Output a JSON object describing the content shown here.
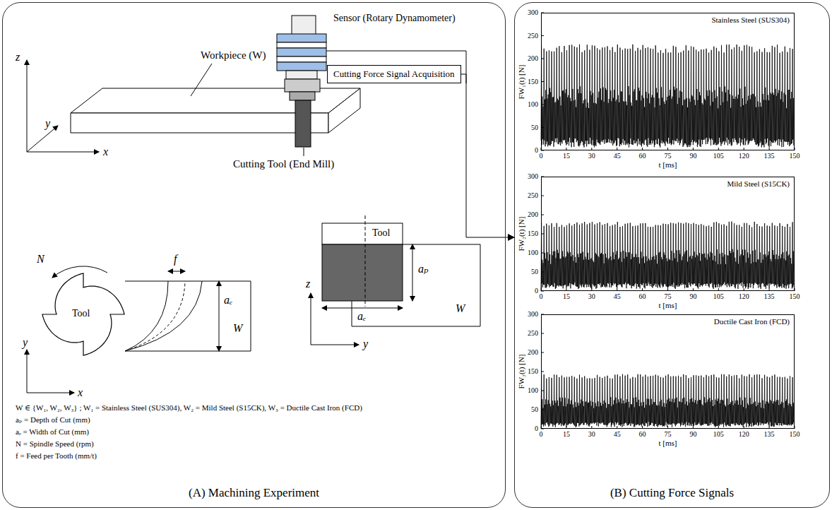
{
  "diagram": {
    "nodes": [
      {
        "text": [
          "(A) Machining Experiment"
        ]
      },
      {
        "text": [
          "(B) Cutting Force Signals"
        ]
      },
      {
        "text": [
          "Cutting Force Signal Acquisition"
        ],
        "in": 0
      },
      {
        "text": [
          "Stainless Steel (SUS304)"
        ],
        "in": 1
      },
      {
        "text": [
          "Mild Steel (S15CK)"
        ],
        "in": 1
      },
      {
        "text": [
          "Ductile Cast Iron (FCD)"
        ],
        "in": 1
      }
    ],
    "edges": [
      {
        "from": 2,
        "to": 1,
        "arrow": "to"
      }
    ],
    "labels": [
      "z",
      "y",
      "x",
      "Workpiece (W)",
      "Sensor (Rotary Dynamometer)",
      "Cutting Tool (End Mill)",
      "N",
      "f",
      "Tool",
      "aₑ",
      "W",
      "y",
      "x",
      "Tool",
      "aₚ",
      "aₑ",
      "W",
      "z",
      "y",
      "W ∈ {W₁, W₂, W₃} ; W₁ = Stainless Steel (SUS304), W₂ = Mild Steel (S15CK), W₃ = Ductile Cast Iron (FCD)",
      "aₚ = Depth of Cut (mm)",
      "aₑ = Width of Cut (mm)",
      "N = Spindle Speed (rpm)",
      "f = Feed per Tooth (mm/t)",
      "0",
      "50",
      "100",
      "150",
      "200",
      "250",
      "300",
      "0",
      "15",
      "30",
      "45",
      "60",
      "75",
      "90",
      "105",
      "120",
      "135",
      "150",
      "FW₁(t) [N]",
      "t [ms]",
      "0",
      "50",
      "100",
      "150",
      "200",
      "250",
      "300",
      "0",
      "15",
      "30",
      "45",
      "60",
      "75",
      "90",
      "105",
      "120",
      "135",
      "150",
      "FW₂(t) [N]",
      "t [ms]",
      "0",
      "50",
      "100",
      "150",
      "200",
      "250",
      "300",
      "0",
      "15",
      "30",
      "45",
      "60",
      "75",
      "90",
      "105",
      "120",
      "135",
      "150",
      "FW₃(t) [N]",
      "t [ms]"
    ]
  }
}
